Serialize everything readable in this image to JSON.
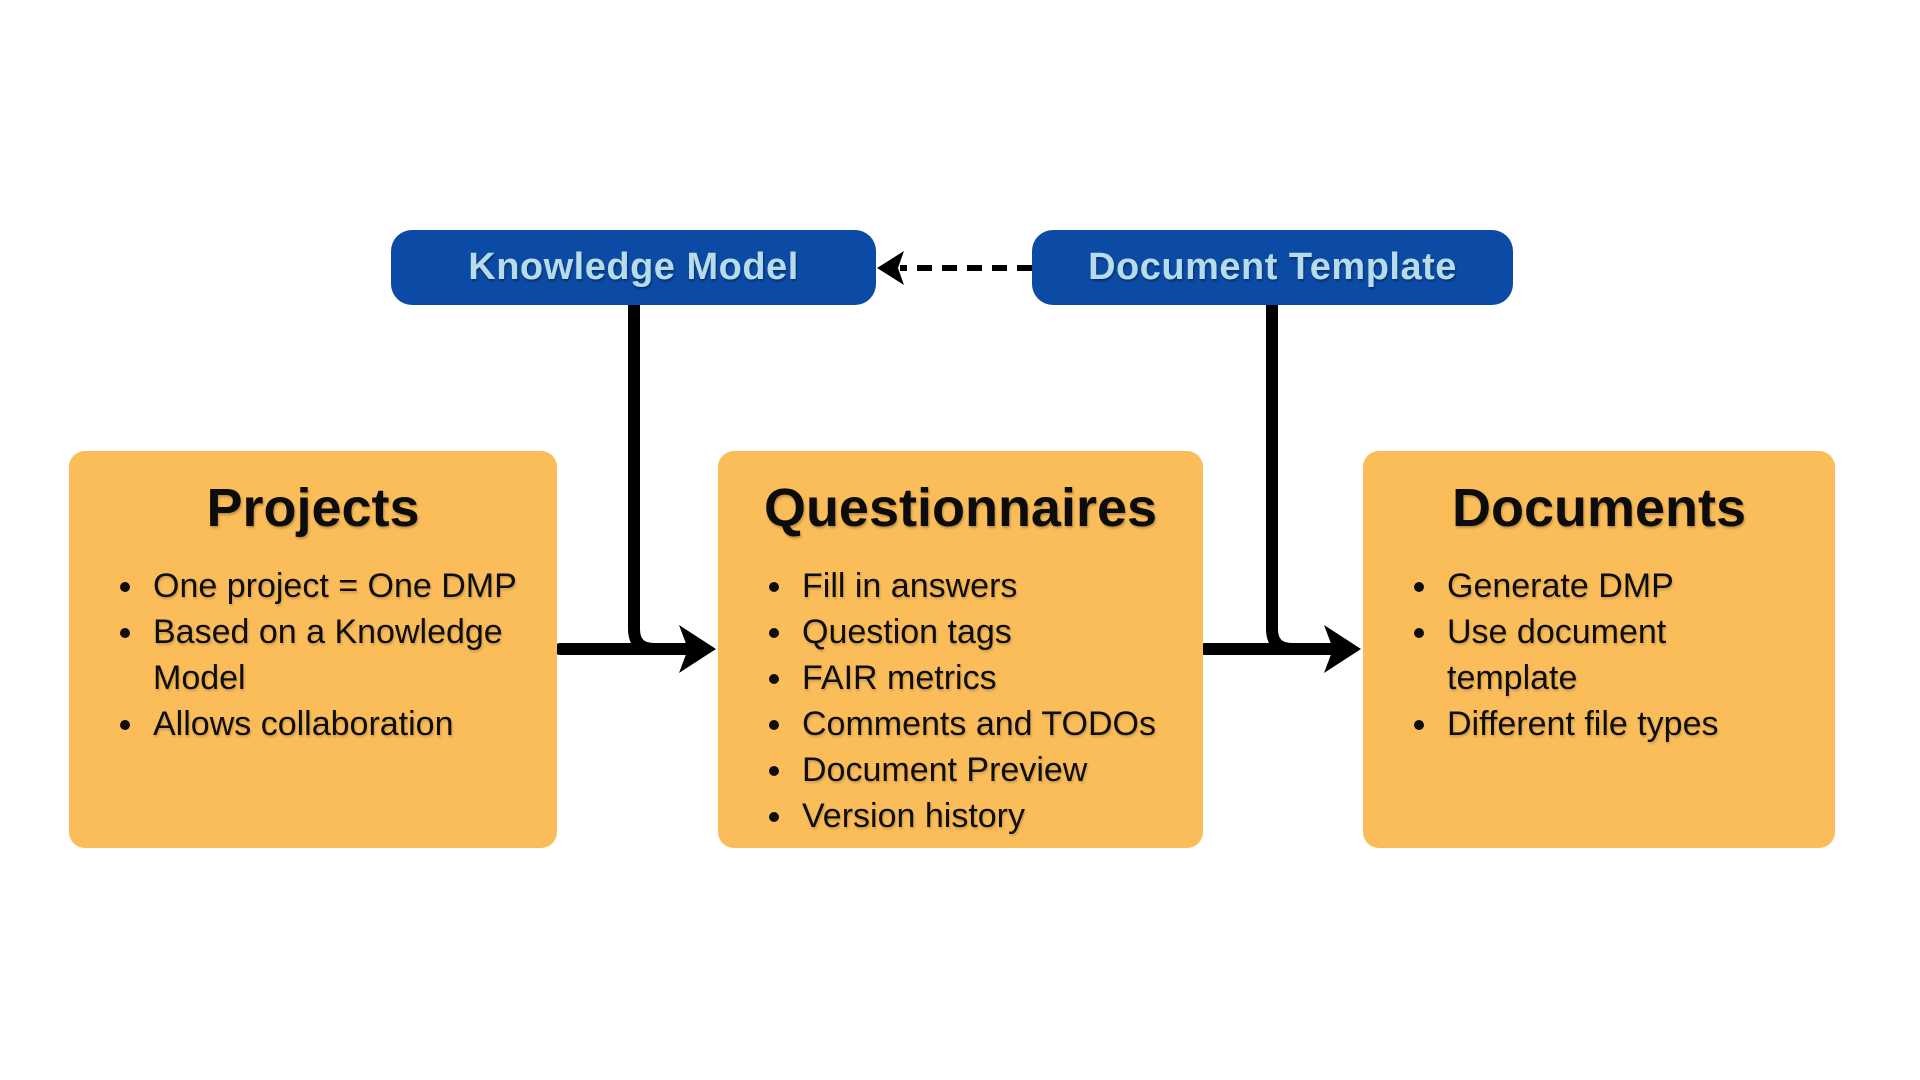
{
  "diagram": {
    "background": "#ffffff",
    "colors": {
      "node_orange": "#FBBD59",
      "pill_blue": "#0C4BA5",
      "pill_text_light_blue": "#B6DCEA",
      "connector_black": "#000000",
      "body_text": "#0e0e0e"
    },
    "top_nodes": [
      {
        "id": "knowledge-model",
        "label": "Knowledge Model"
      },
      {
        "id": "document-template",
        "label": "Document Template"
      }
    ],
    "boxes": [
      {
        "id": "projects",
        "title": "Projects",
        "bullets": [
          "One project = One DMP",
          "Based on a Knowledge Model",
          "Allows collaboration"
        ]
      },
      {
        "id": "questionnaires",
        "title": "Questionnaires",
        "bullets": [
          "Fill in answers",
          "Question tags",
          "FAIR metrics",
          "Comments and TODOs",
          "Document Preview",
          "Version history"
        ]
      },
      {
        "id": "documents",
        "title": "Documents",
        "bullets": [
          "Generate DMP",
          "Use document template",
          "Different file types"
        ]
      }
    ],
    "connectors": [
      {
        "id": "projects-to-questionnaires",
        "type": "solid-arrow",
        "direction": "right"
      },
      {
        "id": "questionnaires-to-documents",
        "type": "solid-arrow",
        "direction": "right"
      },
      {
        "id": "knowledge-model-down",
        "type": "solid-elbow",
        "joins": "projects-to-questionnaires"
      },
      {
        "id": "document-template-down",
        "type": "solid-elbow",
        "joins": "questionnaires-to-documents"
      },
      {
        "id": "document-template-to-knowledge-model",
        "type": "dashed-arrow",
        "direction": "left"
      }
    ]
  }
}
